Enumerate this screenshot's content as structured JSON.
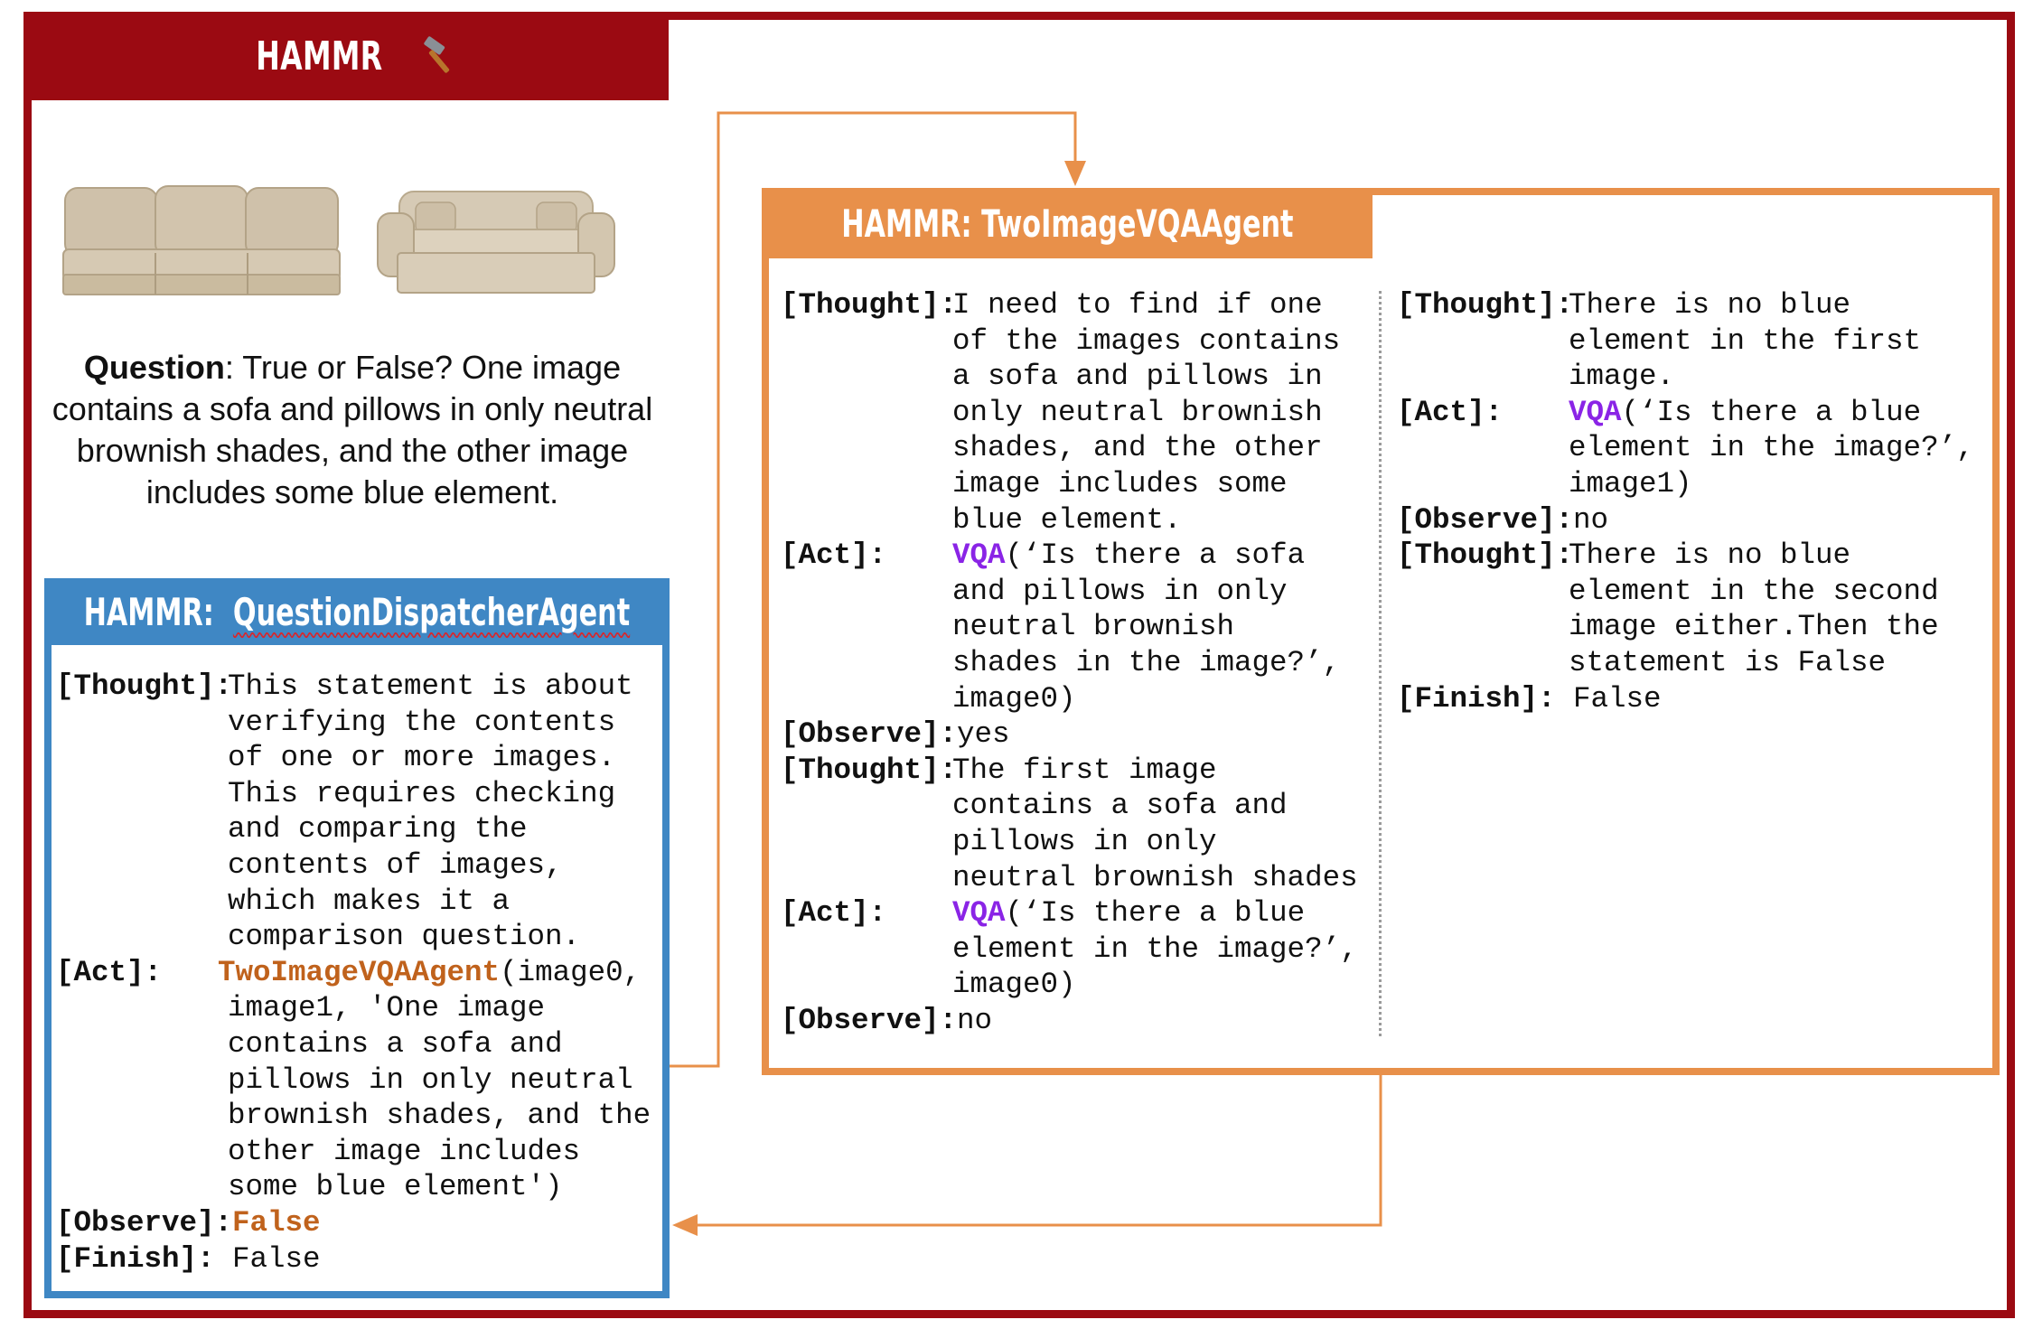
{
  "header": {
    "title": "HAMMR",
    "icon": "hammer-icon"
  },
  "question": {
    "label": "Question",
    "text": ": True or False? One image contains a sofa and pillows in only neutral brownish shades, and the other image includes some blue element."
  },
  "images": {
    "first": "sofa-cushions-image",
    "second": "sofa-pillows-image"
  },
  "dispatcher": {
    "title_prefix": "HAMMR:",
    "title_name": "QuestionDispatcherAgent",
    "thought_tag": "[Thought]:",
    "thought_text": "This statement is about\nverifying the contents\nof one or more images.\nThis requires checking\nand comparing the\ncontents of images,\nwhich makes it a\ncomparison question.",
    "act_tag": "[Act]:",
    "act_call": "TwoImageVQAAgent",
    "act_args_first": "(image0,",
    "act_args_rest": "image1, 'One image\ncontains a sofa and\npillows in only neutral\nbrownish shades, and the\nother image includes\nsome blue element')",
    "observe_tag": "[Observe]:",
    "observe_value": "False",
    "finish_tag": "[Finish]:",
    "finish_value": " False"
  },
  "two_image_agent": {
    "title": "HAMMR: TwoImageVQAAgent",
    "left": {
      "thought1_tag": "[Thought]:",
      "thought1_text": "I need to find if one\nof the images contains\na sofa and pillows in\nonly neutral brownish\nshades, and the other\nimage includes some\nblue element.",
      "act1_tag": "[Act]:",
      "act1_call": "VQA",
      "act1_args": "(‘Is there a sofa\nand pillows in only\nneutral brownish\nshades in the image?’,\nimage0)",
      "observe1_tag": "[Observe]:",
      "observe1_value": "yes",
      "thought2_tag": "[Thought]:",
      "thought2_text": "The first image\ncontains a sofa and\npillows in only\nneutral brownish shades",
      "act2_tag": "[Act]:",
      "act2_call": "VQA",
      "act2_args": "(‘Is there a blue\nelement in the image?’,\nimage0)",
      "observe2_tag": "[Observe]:",
      "observe2_value": "no"
    },
    "right": {
      "thought1_tag": "[Thought]:",
      "thought1_text": "There is no blue\nelement in the first\nimage.",
      "act1_tag": "[Act]:",
      "act1_call": "VQA",
      "act1_args": "(‘Is there a blue\nelement in the image?’,\nimage1)",
      "observe1_tag": "[Observe]:",
      "observe1_value": "no",
      "thought2_tag": "[Thought]:",
      "thought2_text": "There is no blue\nelement in the second\nimage either.Then the\nstatement is False",
      "finish_tag": "[Finish]:",
      "finish_value": " False"
    }
  },
  "colors": {
    "outer": "#9b0a12",
    "dispatcher": "#3f87c4",
    "agent": "#e8904a",
    "vqa": "#8a24e6",
    "agent_call": "#c0621c"
  }
}
